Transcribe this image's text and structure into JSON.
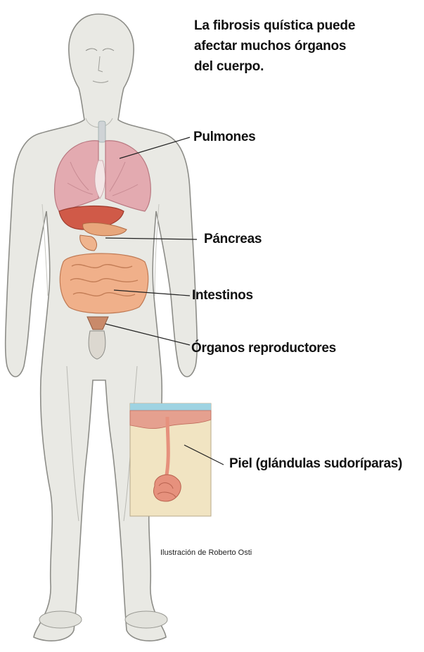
{
  "title_lines": [
    "La fibrosis quística puede",
    "afectar muchos órganos",
    "del cuerpo."
  ],
  "labels": {
    "lungs": "Pulmones",
    "pancreas": "Páncreas",
    "intestines": "Intestinos",
    "reproductive": "Órganos reproductores",
    "skin": "Piel (glándulas sudoríparas)"
  },
  "credit": "Ilustración de Roberto Osti",
  "colors": {
    "skin": "#e9e9e4",
    "outline": "#8d8d88",
    "lungs": "#e3aab0",
    "liver": "#d05a48",
    "intestines": "#f0b08a",
    "inset_sky": "#9fd3e2",
    "inset_tissue": "#f1e4c2",
    "gland": "#e6917d"
  }
}
